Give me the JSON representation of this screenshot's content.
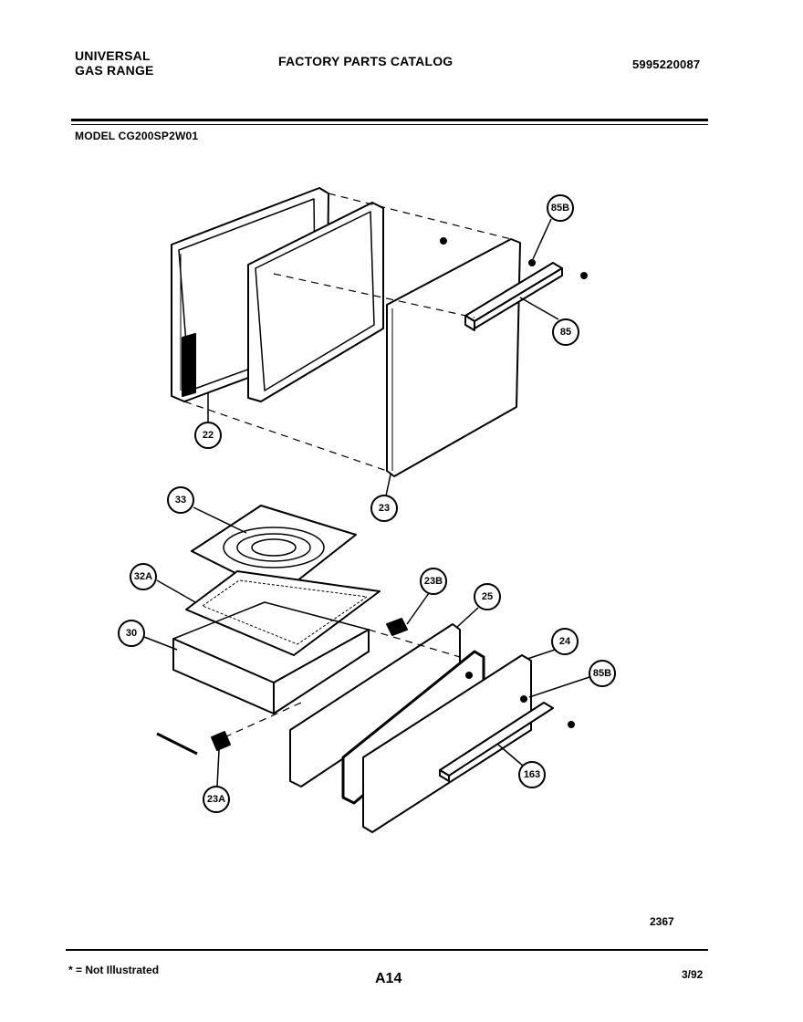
{
  "header": {
    "brand_line1": "UNIVERSAL",
    "brand_line2": "GAS RANGE",
    "catalog_title": "FACTORY PARTS CATALOG",
    "part_number": "5995220087",
    "model": "MODEL CG200SP2W01"
  },
  "callouts": [
    {
      "id": "22",
      "label": "22"
    },
    {
      "id": "23",
      "label": "23"
    },
    {
      "id": "85",
      "label": "85"
    },
    {
      "id": "85B_top",
      "label": "85B"
    },
    {
      "id": "33",
      "label": "33"
    },
    {
      "id": "32A",
      "label": "32A"
    },
    {
      "id": "30",
      "label": "30"
    },
    {
      "id": "23B",
      "label": "23B"
    },
    {
      "id": "25",
      "label": "25"
    },
    {
      "id": "24",
      "label": "24"
    },
    {
      "id": "85B_bottom",
      "label": "85B"
    },
    {
      "id": "163",
      "label": "163"
    },
    {
      "id": "23A",
      "label": "23A"
    }
  ],
  "diagram_number": "2367",
  "footer": {
    "not_illustrated": "* = Not Illustrated",
    "page_id": "A14",
    "date_code": "3/92"
  }
}
